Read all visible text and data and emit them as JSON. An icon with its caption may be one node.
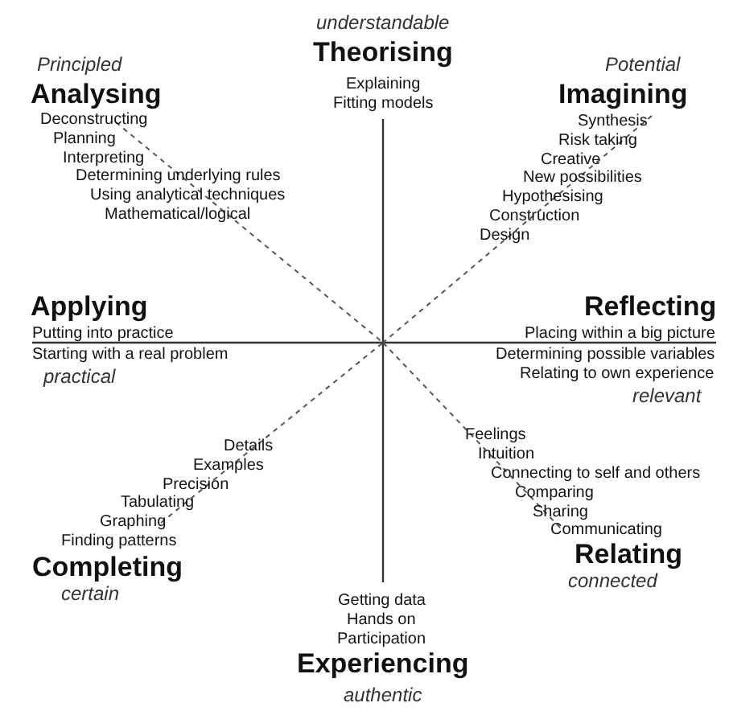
{
  "diagram": {
    "labels": [
      "understandable",
      "Theorising",
      "Explaining",
      "Fitting models",
      "Principled",
      "Analysing",
      "Deconstructing",
      "Planning",
      "Interpreting",
      "Determining underlying rules",
      "Using analytical techniques",
      "Mathematical/logical",
      "Potential",
      "Imagining",
      "Synthesis",
      "Risk taking",
      "Creative",
      "New possibilities",
      "Hypothesising",
      "Construction",
      "Design",
      "Applying",
      "Putting into practice",
      "Starting with a real problem",
      "practical",
      "Reflecting",
      "Placing within a big picture",
      "Determining possible variables",
      "Relating to own experience",
      "relevant",
      "Details",
      "Examples",
      "Precision",
      "Tabulating",
      "Graphing",
      "Finding patterns",
      "Feelings",
      "Intuition",
      "Connecting to self and others",
      "Comparing",
      "Sharing",
      "Communicating",
      "Completing",
      "certain",
      "Relating",
      "connected",
      "Getting data",
      "Hands on",
      "Participation",
      "Experiencing",
      "authentic"
    ]
  }
}
